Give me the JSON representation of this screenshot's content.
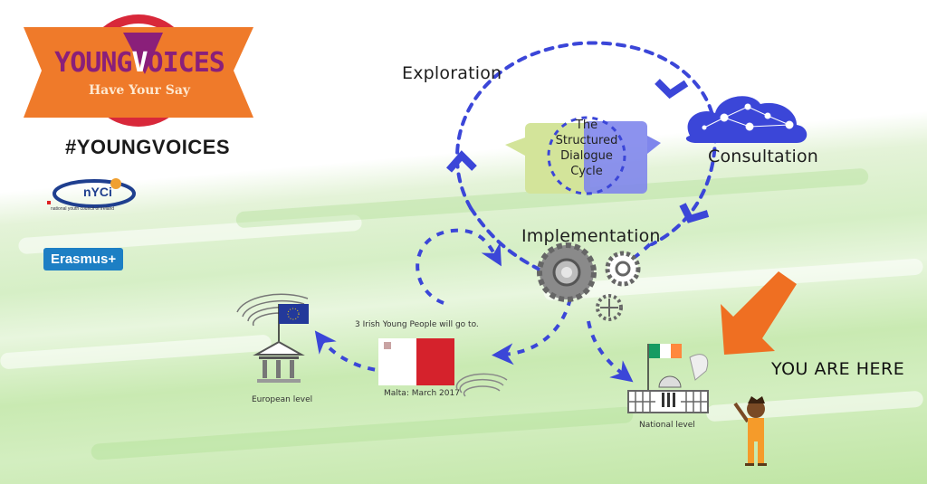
{
  "branding": {
    "logo_title": "YOUNG VOICES",
    "logo_title_left": "YOUNG",
    "logo_title_v": "V",
    "logo_title_right": "OICES",
    "logo_subtitle": "Have Your Say",
    "hashtag": "#YOUNGVOICES",
    "partner_nyci": "nYCi",
    "partner_nyci_caption": "national youth council of ireland",
    "partner_erasmus": "Erasmus+"
  },
  "cycle": {
    "center_title_lines": [
      "The",
      "Structured",
      "Dialogue",
      "Cycle"
    ],
    "stages": {
      "exploration": "Exploration",
      "consultation": "Consultation",
      "implementation": "Implementation"
    }
  },
  "levels": {
    "european": "European level",
    "malta_caption": "3 Irish Young People will go to.",
    "malta_event": "Malta: March 2017",
    "national": "National level"
  },
  "marker": {
    "you_are_here": "YOU ARE HERE"
  },
  "colors": {
    "arrow_blue": "#3b46d8",
    "orange": "#ef6f22",
    "logo_purple": "#8a1f7a",
    "logo_red": "#d8283a",
    "bubble_green": "#d3e49a",
    "bubble_blue": "#7f86ec",
    "malta_red": "#d5222c",
    "irish_green": "#169b62",
    "irish_orange": "#ff883e"
  }
}
